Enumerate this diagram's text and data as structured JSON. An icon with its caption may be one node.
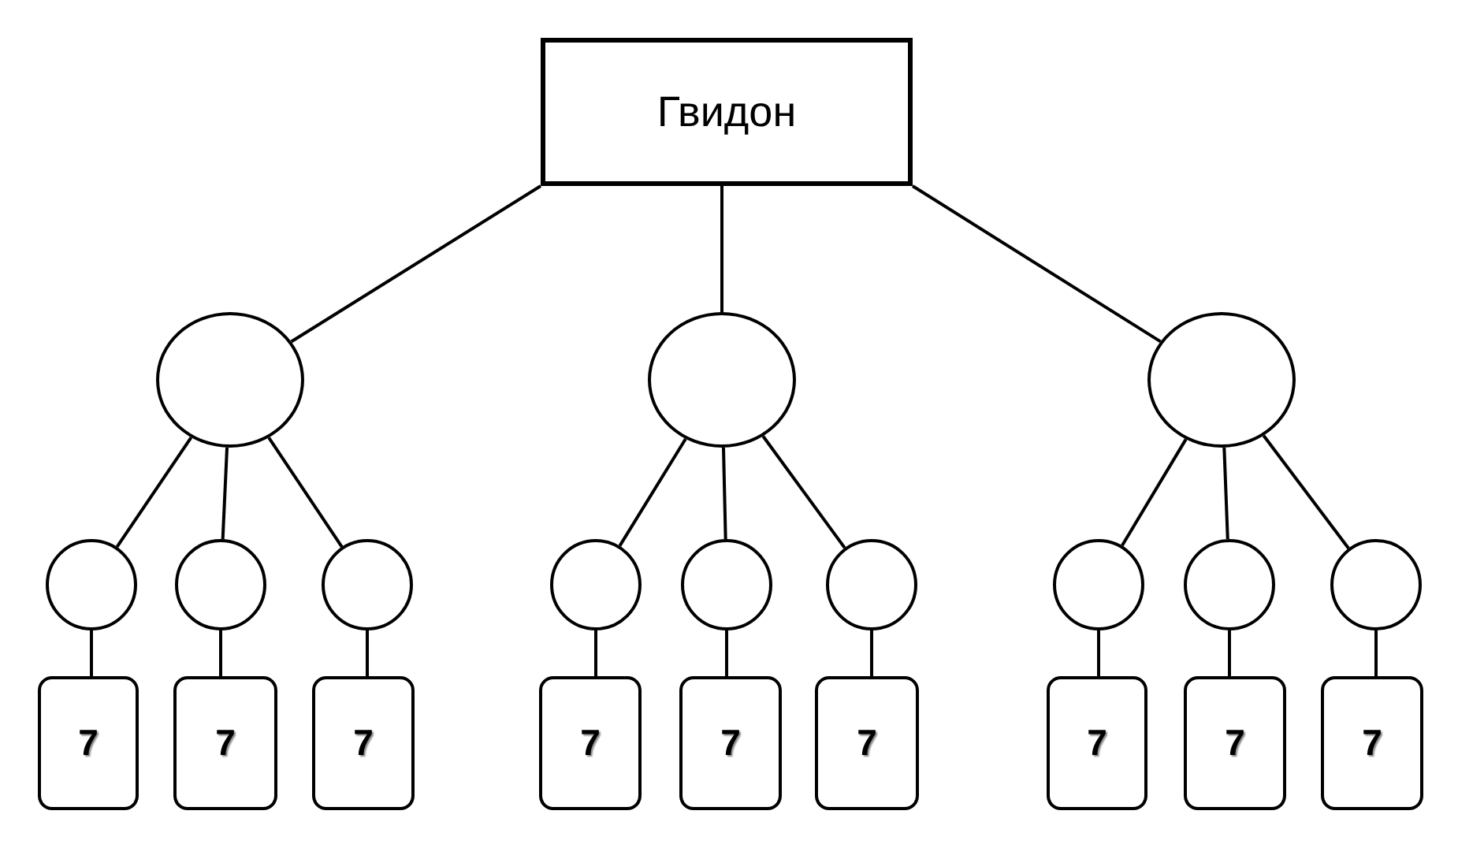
{
  "diagram": {
    "nodes": [
      {
        "text": [
          "Гвидон"
        ]
      },
      {
        "text": [],
        "shape": "circle"
      },
      {
        "text": [],
        "shape": "circle"
      },
      {
        "text": [],
        "shape": "circle"
      },
      {
        "text": [],
        "shape": "circle"
      },
      {
        "text": [],
        "shape": "circle"
      },
      {
        "text": [],
        "shape": "circle"
      },
      {
        "text": [],
        "shape": "circle"
      },
      {
        "text": [],
        "shape": "circle"
      },
      {
        "text": [],
        "shape": "circle"
      },
      {
        "text": [],
        "shape": "circle"
      },
      {
        "text": [],
        "shape": "circle"
      },
      {
        "text": [],
        "shape": "circle"
      },
      {
        "text": [
          "7"
        ]
      },
      {
        "text": [
          "7"
        ]
      },
      {
        "text": [
          "7"
        ]
      },
      {
        "text": [
          "7"
        ]
      },
      {
        "text": [
          "7"
        ]
      },
      {
        "text": [
          "7"
        ]
      },
      {
        "text": [
          "7"
        ]
      },
      {
        "text": [
          "7"
        ]
      },
      {
        "text": [
          "7"
        ]
      }
    ],
    "edges": [
      {
        "from": 0,
        "to": 1,
        "arrow": "none"
      },
      {
        "from": 0,
        "to": 2,
        "arrow": "none"
      },
      {
        "from": 0,
        "to": 3,
        "arrow": "none"
      },
      {
        "from": 1,
        "to": 4,
        "arrow": "none"
      },
      {
        "from": 1,
        "to": 5,
        "arrow": "none"
      },
      {
        "from": 1,
        "to": 6,
        "arrow": "none"
      },
      {
        "from": 2,
        "to": 7,
        "arrow": "none"
      },
      {
        "from": 2,
        "to": 8,
        "arrow": "none"
      },
      {
        "from": 2,
        "to": 9,
        "arrow": "none"
      },
      {
        "from": 3,
        "to": 10,
        "arrow": "none"
      },
      {
        "from": 3,
        "to": 11,
        "arrow": "none"
      },
      {
        "from": 3,
        "to": 12,
        "arrow": "none"
      },
      {
        "from": 4,
        "to": 13,
        "arrow": "none"
      },
      {
        "from": 5,
        "to": 14,
        "arrow": "none"
      },
      {
        "from": 6,
        "to": 15,
        "arrow": "none"
      },
      {
        "from": 7,
        "to": 16,
        "arrow": "none"
      },
      {
        "from": 8,
        "to": 17,
        "arrow": "none"
      },
      {
        "from": 9,
        "to": 18,
        "arrow": "none"
      },
      {
        "from": 10,
        "to": 19,
        "arrow": "none"
      },
      {
        "from": 11,
        "to": 20,
        "arrow": "none"
      },
      {
        "from": 12,
        "to": 21,
        "arrow": "none"
      }
    ]
  }
}
